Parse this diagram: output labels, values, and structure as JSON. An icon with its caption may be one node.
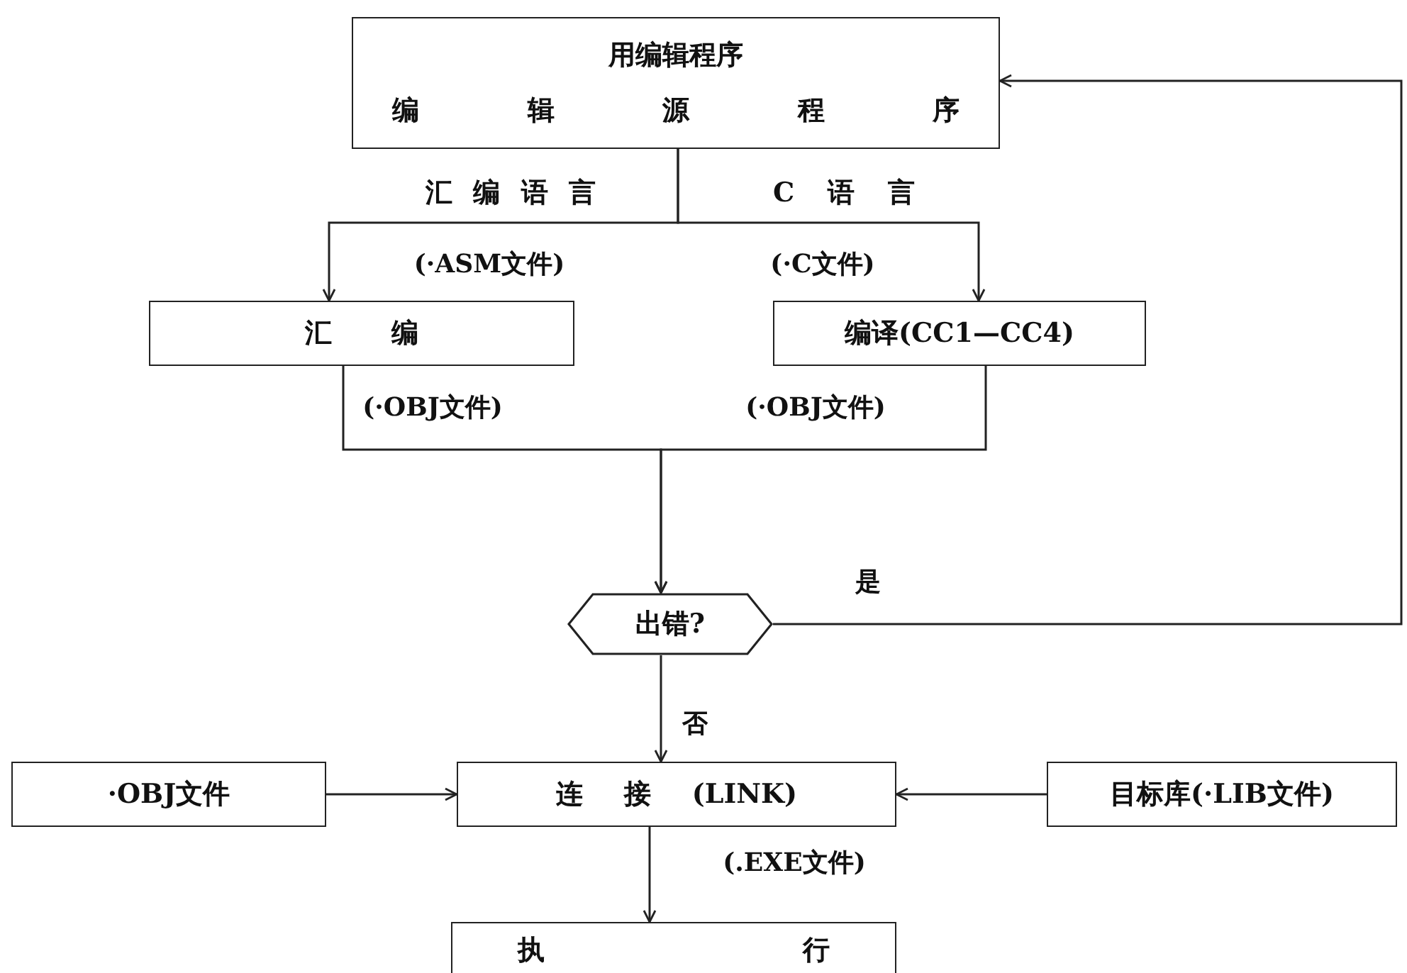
{
  "diagram": {
    "nodes": [
      {
        "text": [
          "用编辑程序",
          "编辑源程序"
        ]
      },
      {
        "text": [
          "汇编"
        ]
      },
      {
        "text": [
          "编译(CC1—CC4)"
        ]
      },
      {
        "text": [
          "出错?"
        ]
      },
      {
        "text": [
          "·OBJ文件"
        ]
      },
      {
        "text": [
          "连接(LINK)"
        ]
      },
      {
        "text": [
          "目标库(·LIB文件)"
        ]
      },
      {
        "text": [
          "执行"
        ]
      }
    ],
    "edges": [
      {
        "from": 0,
        "to": 1,
        "arrow": "to",
        "label": "(·ASM文件)"
      },
      {
        "from": 0,
        "to": 2,
        "arrow": "to",
        "label": "(·C文件)"
      },
      {
        "from": 1,
        "to": 3,
        "arrow": "to",
        "label": "(·OBJ文件)"
      },
      {
        "from": 2,
        "to": 3,
        "arrow": "to",
        "label": "(·OBJ文件)"
      },
      {
        "from": 3,
        "to": 0,
        "arrow": "to",
        "label": "是"
      },
      {
        "from": 3,
        "to": 5,
        "arrow": "to",
        "label": "否"
      },
      {
        "from": 4,
        "to": 5,
        "arrow": "to"
      },
      {
        "from": 6,
        "to": 5,
        "arrow": "to"
      },
      {
        "from": 5,
        "to": 7,
        "arrow": "to",
        "label": "(.EXE文件)"
      }
    ],
    "labels": [
      "汇编语言",
      "C语言"
    ]
  }
}
